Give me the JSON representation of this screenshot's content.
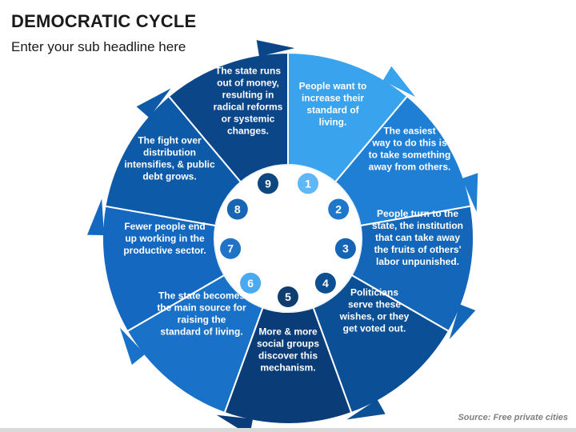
{
  "header": {
    "title": "DEMOCRATIC CYCLE",
    "subtitle": "Enter your sub headline here"
  },
  "source": "Source: Free private cities",
  "colors": {
    "segments": [
      "#3aa3ee",
      "#1f7fd4",
      "#1466b8",
      "#0b4f96",
      "#0a3d78",
      "#1a72c8",
      "#1568bf",
      "#0d5aa8",
      "#0b4688"
    ],
    "badges": [
      "#5fb8f5",
      "#1f77cc",
      "#1465b5",
      "#0e4e92",
      "#0f3d70",
      "#4aa9f0",
      "#1f74c7",
      "#1865b3",
      "#0e467f"
    ]
  },
  "steps": [
    {
      "number": "1",
      "lines": [
        "People want to",
        "increase their",
        "standard of",
        "living."
      ]
    },
    {
      "number": "2",
      "lines": [
        "The easiest",
        "way to do this is",
        "to take something",
        "away from others."
      ]
    },
    {
      "number": "3",
      "lines": [
        "People turn to the",
        "state, the institution",
        "that can take away",
        "the fruits of others'",
        "labor unpunished."
      ]
    },
    {
      "number": "4",
      "lines": [
        "Politicians",
        "serve these",
        "wishes, or they",
        "get voted out."
      ]
    },
    {
      "number": "5",
      "lines": [
        "More & more",
        "social groups",
        "discover this",
        "mechanism."
      ]
    },
    {
      "number": "6",
      "lines": [
        "The state becomes",
        "the main source for",
        "raising the",
        "standard of living."
      ]
    },
    {
      "number": "7",
      "lines": [
        "Fewer people end",
        "up working in the",
        "productive sector."
      ]
    },
    {
      "number": "8",
      "lines": [
        "The fight over",
        "distribution",
        "intensifies, & public",
        "debt grows."
      ]
    },
    {
      "number": "9",
      "lines": [
        "The state runs",
        "out of money,",
        "resulting in",
        "radical reforms",
        "or systemic",
        "changes."
      ]
    }
  ]
}
